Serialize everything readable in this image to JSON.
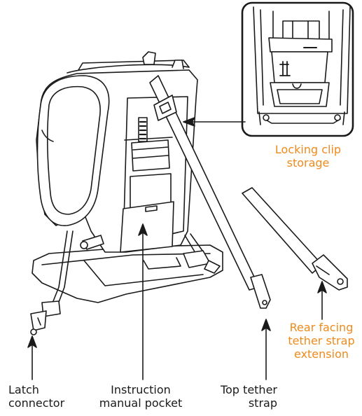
{
  "figure": {
    "illustration": "rear view of convertible car seat with top tether strap, latch connectors, instruction manual pocket, locking clip storage inset and rear facing tether strap extension",
    "accent_color": "#f08a1c",
    "line_color": "#1a1a1a"
  },
  "callouts": {
    "locking_clip_storage": "Locking clip\nstorage",
    "rear_facing_extension": "Rear facing\ntether strap\nextension",
    "latch_connector": "Latch\nconnector",
    "instruction_manual_pocket": "Instruction\nmanual pocket",
    "top_tether_strap": "Top tether\nstrap"
  }
}
